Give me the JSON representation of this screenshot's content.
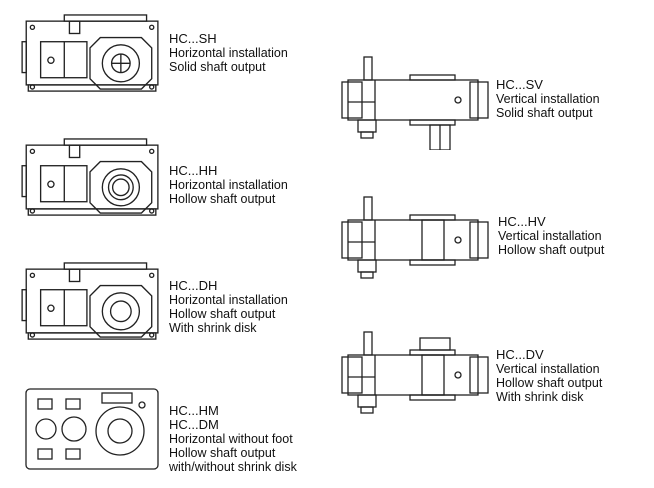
{
  "horizontal": [
    {
      "codes": [
        "HC...SH"
      ],
      "lines": [
        "Horizontal installation",
        "Solid shaft output"
      ],
      "output": "solid"
    },
    {
      "codes": [
        "HC...HH"
      ],
      "lines": [
        "Horizontal installation",
        "Hollow shaft output"
      ],
      "output": "hollow"
    },
    {
      "codes": [
        "HC...DH"
      ],
      "lines": [
        "Horizontal installation",
        "Hollow shaft output",
        "With shrink disk"
      ],
      "output": "shrink"
    },
    {
      "codes": [
        "HC...HM",
        "HC...DM"
      ],
      "lines": [
        "Horizontal without foot",
        "Hollow shaft output",
        "with/without shrink disk"
      ],
      "output": "nofoot"
    }
  ],
  "vertical": [
    {
      "codes": [
        "HC...SV"
      ],
      "lines": [
        "Vertical installation",
        "Solid shaft output"
      ],
      "output": "solid"
    },
    {
      "codes": [
        "HC...HV"
      ],
      "lines": [
        "Vertical installation",
        "Hollow shaft output"
      ],
      "output": "hollow"
    },
    {
      "codes": [
        "HC...DV"
      ],
      "lines": [
        "Vertical installation",
        "Hollow shaft output",
        "With shrink disk"
      ],
      "output": "shrink"
    }
  ]
}
